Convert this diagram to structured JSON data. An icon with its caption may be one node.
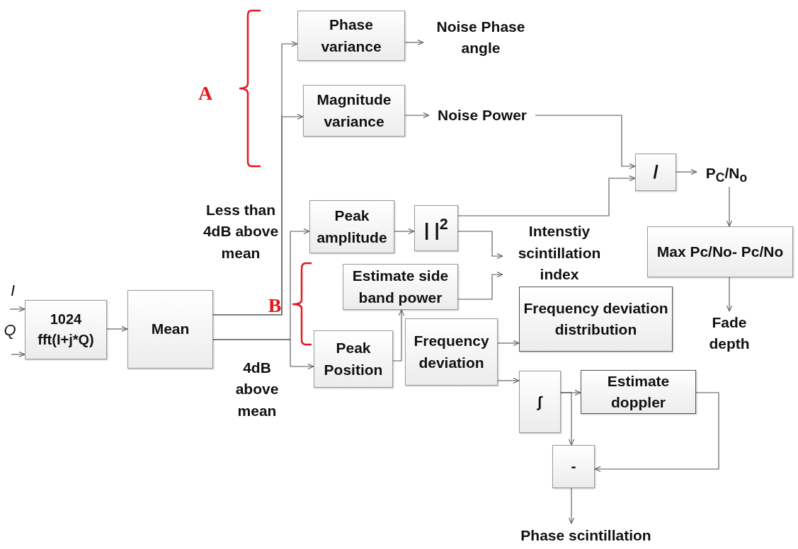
{
  "diagram": {
    "nodes": [
      {
        "text": [
          "1024 fft(I+j*Q)"
        ]
      },
      {
        "text": [
          "Mean"
        ]
      },
      {
        "text": [
          "Phase variance"
        ]
      },
      {
        "text": [
          "Noise Phase angle"
        ]
      },
      {
        "text": [
          "Magnitude variance"
        ]
      },
      {
        "text": [
          "Noise Power"
        ]
      },
      {
        "text": [
          "/"
        ]
      },
      {
        "text": [
          "P$_{C}$/N$_{o}$"
        ]
      },
      {
        "text": [
          "Peak amplitude"
        ]
      },
      {
        "text": [
          "| |$^{2}$"
        ]
      },
      {
        "text": [
          "Intenstiy scintillation index"
        ]
      },
      {
        "text": [
          "Estimate side band power"
        ]
      },
      {
        "text": [
          "Max Pc/No- Pc/No"
        ]
      },
      {
        "text": [
          "Peak Position"
        ]
      },
      {
        "text": [
          "Frequency deviation"
        ]
      },
      {
        "text": [
          "Frequency deviation distribution"
        ]
      },
      {
        "text": [
          "Fade depth"
        ]
      },
      {
        "text": [
          "∫"
        ]
      },
      {
        "text": [
          "Estimate doppler"
        ]
      },
      {
        "text": [
          "-"
        ]
      },
      {
        "text": [
          "Phase scintillation"
        ]
      }
    ],
    "edges": [
      {
        "from": 0,
        "to": 1,
        "arrow": "to"
      },
      {
        "from": 1,
        "to": 2,
        "arrow": "to"
      },
      {
        "from": 1,
        "to": 4,
        "arrow": "to"
      },
      {
        "from": 1,
        "to": 8,
        "arrow": "to"
      },
      {
        "from": 1,
        "to": 13,
        "arrow": "to"
      },
      {
        "from": 2,
        "to": 3,
        "arrow": "to"
      },
      {
        "from": 4,
        "to": 5,
        "arrow": "to"
      },
      {
        "from": 5,
        "to": 6,
        "arrow": "to"
      },
      {
        "from": 9,
        "to": 6,
        "arrow": "to"
      },
      {
        "from": 6,
        "to": 7,
        "arrow": "to"
      },
      {
        "from": 7,
        "to": 12,
        "arrow": "to"
      },
      {
        "from": 12,
        "to": 16,
        "arrow": "to"
      },
      {
        "from": 8,
        "to": 9,
        "arrow": "to"
      },
      {
        "from": 9,
        "to": 10,
        "arrow": "to"
      },
      {
        "from": 11,
        "to": 10,
        "arrow": "to"
      },
      {
        "from": 13,
        "to": 11,
        "arrow": "to"
      },
      {
        "from": 14,
        "to": 15,
        "arrow": "to"
      },
      {
        "from": 14,
        "to": 17,
        "arrow": "to"
      },
      {
        "from": 17,
        "to": 18,
        "arrow": "to"
      },
      {
        "from": 17,
        "to": 19,
        "arrow": "to"
      },
      {
        "from": 18,
        "to": 19,
        "arrow": "to"
      },
      {
        "from": 19,
        "to": 20,
        "arrow": "to"
      },
      {
        "from": null,
        "to": 0,
        "arrow": "to"
      },
      {
        "from": null,
        "to": 0,
        "arrow": "to"
      }
    ],
    "labels": [
      "A",
      "Less than 4dB above mean",
      "I",
      "Q",
      "B",
      "4dB above mean"
    ]
  }
}
